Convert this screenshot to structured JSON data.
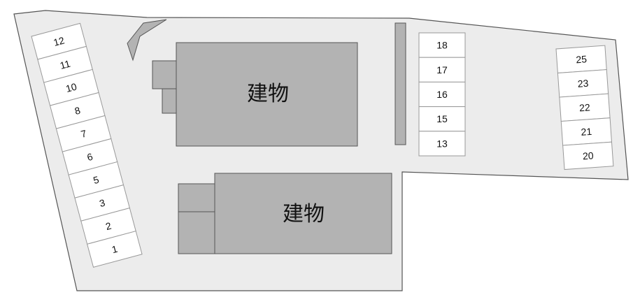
{
  "map": {
    "building_label": "建物",
    "building_label_2": "建物",
    "colors": {
      "lot_fill": "#ececec",
      "lot_stroke": "#555555",
      "building_fill": "#b3b3b3",
      "building_stroke": "#555555",
      "slot_fill": "#ffffff",
      "slot_stroke": "#999999"
    },
    "slots_left": [
      "12",
      "11",
      "10",
      "8",
      "7",
      "6",
      "5",
      "3",
      "2",
      "1"
    ],
    "slots_center": [
      "18",
      "17",
      "16",
      "15",
      "13"
    ],
    "slots_right": [
      "25",
      "23",
      "22",
      "21",
      "20"
    ]
  }
}
